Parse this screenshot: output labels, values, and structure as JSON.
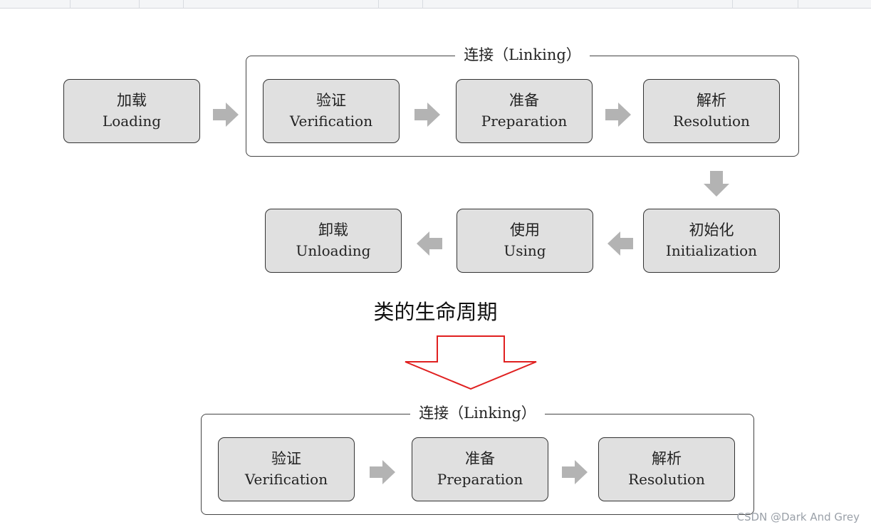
{
  "lifecycle": {
    "linking_group_title": "连接（Linking）",
    "stages": [
      {
        "zh": "加载",
        "en": "Loading"
      },
      {
        "zh": "验证",
        "en": "Verification"
      },
      {
        "zh": "准备",
        "en": "Preparation"
      },
      {
        "zh": "解析",
        "en": "Resolution"
      },
      {
        "zh": "初始化",
        "en": "Initialization"
      },
      {
        "zh": "使用",
        "en": "Using"
      },
      {
        "zh": "卸载",
        "en": "Unloading"
      }
    ],
    "caption": "类的生命周期"
  },
  "linking_detail": {
    "group_title": "连接（Linking）",
    "stages": [
      {
        "zh": "验证",
        "en": "Verification"
      },
      {
        "zh": "准备",
        "en": "Preparation"
      },
      {
        "zh": "解析",
        "en": "Resolution"
      }
    ]
  },
  "colors": {
    "box_fill": "#e0e0e0",
    "box_border": "#333333",
    "gray_arrow": "#b3b3b3",
    "highlight_arrow": "#e02020"
  },
  "watermark": "CSDN @Dark And Grey"
}
